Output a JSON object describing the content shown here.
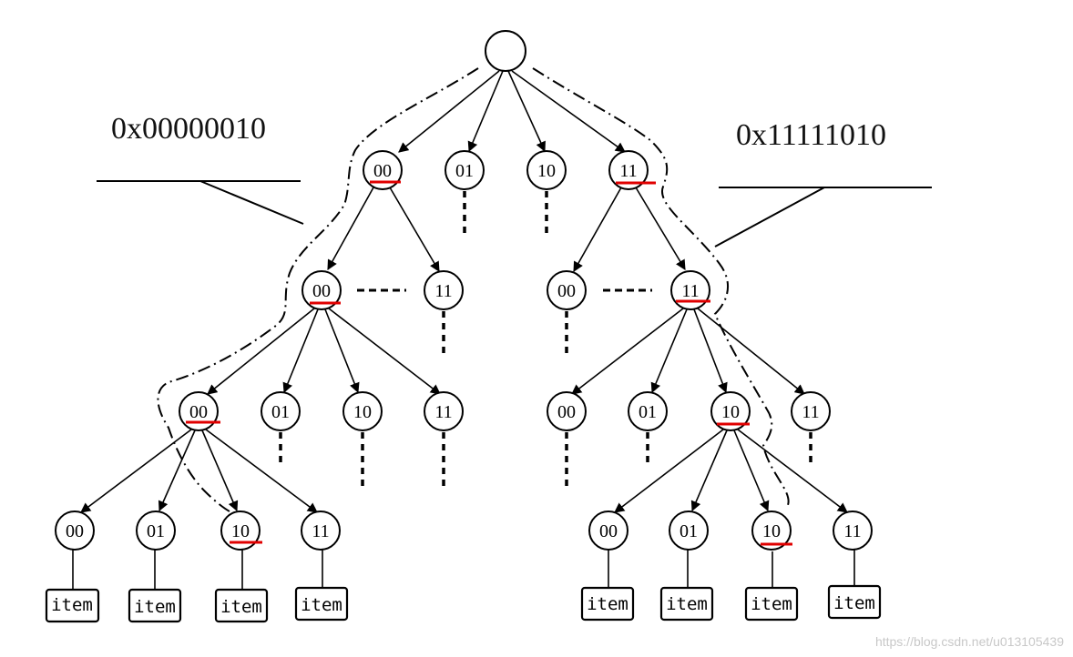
{
  "diagram": {
    "annotations": {
      "left_key": "0x00000010",
      "right_key": "0x11111010"
    },
    "root": {
      "label": ""
    },
    "level1": [
      "00",
      "01",
      "10",
      "11"
    ],
    "level2_left": [
      "00",
      "11"
    ],
    "level2_right": [
      "00",
      "11"
    ],
    "level3_left": [
      "00",
      "01",
      "10",
      "11"
    ],
    "level3_right": [
      "00",
      "01",
      "10",
      "11"
    ],
    "level4_left": [
      "00",
      "01",
      "10",
      "11"
    ],
    "level4_right": [
      "00",
      "01",
      "10",
      "11"
    ],
    "item_label": "item",
    "watermark": "https://blog.csdn.net/u013105439",
    "highlight_color": "#e00000"
  }
}
